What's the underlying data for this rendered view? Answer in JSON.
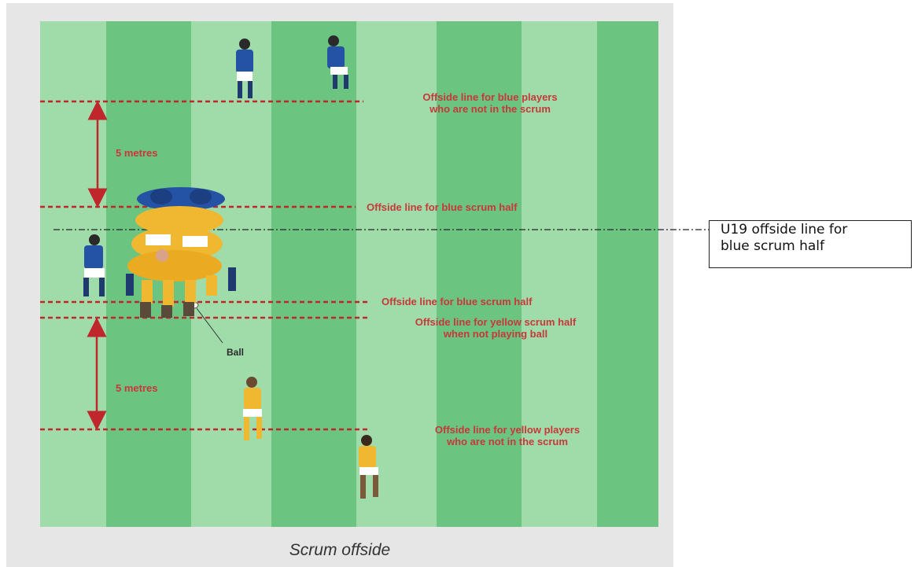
{
  "diagram": {
    "caption": "Scrum offside",
    "distance_labels": [
      "5 metres",
      "5 metres"
    ],
    "ball_label": "Ball",
    "offside_lines": [
      {
        "line1": "Offside line for blue players",
        "line2": "who are not in the scrum"
      },
      {
        "line1": "Offside line for blue scrum half",
        "line2": ""
      },
      {
        "line1": "Offside line for blue scrum half",
        "line2": ""
      },
      {
        "line1": "Offside line for yellow scrum half",
        "line2": "when not playing ball"
      },
      {
        "line1": "Offside line for yellow players",
        "line2": "who are not in the scrum"
      }
    ],
    "annotation": {
      "line1": "U19 offside line for",
      "line2": "blue scrum half"
    }
  },
  "colors": {
    "field_dark": "#6cc481",
    "field_light": "#a0dca9",
    "offside_line": "#c0272d",
    "blue_team": "#2452a4",
    "yellow_team": "#f0b731"
  }
}
